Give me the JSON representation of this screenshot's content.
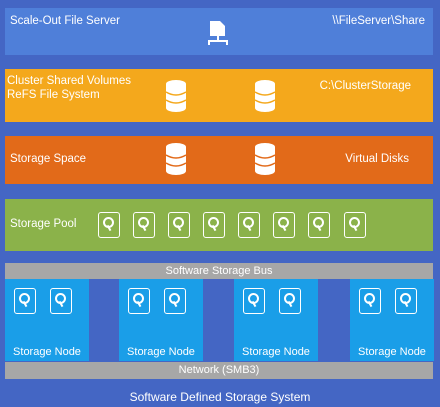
{
  "layers": {
    "sofs": {
      "label": "Scale-Out File Server",
      "path": "\\\\FileServer\\Share"
    },
    "csv": {
      "label_line1": "Cluster Shared Volumes",
      "label_line2": "ReFS File System",
      "path": "C:\\ClusterStorage"
    },
    "space": {
      "label": "Storage Space",
      "right": "Virtual Disks"
    },
    "pool": {
      "label": "Storage Pool",
      "disk_count": 8
    },
    "bus": {
      "label": "Software Storage Bus"
    },
    "nodes": [
      {
        "label": "Storage Node"
      },
      {
        "label": "Storage Node"
      },
      {
        "label": "Storage Node"
      },
      {
        "label": "Storage Node"
      }
    ],
    "network": {
      "label": "Network (SMB3)"
    }
  },
  "title": "Software Defined Storage System",
  "colors": {
    "background": "#4466c4",
    "sofs": "#4f7fd9",
    "csv": "#f4a81c",
    "space": "#e26a19",
    "pool": "#8bb24a",
    "bus": "#a7a7a7",
    "node": "#1a9ee8"
  }
}
